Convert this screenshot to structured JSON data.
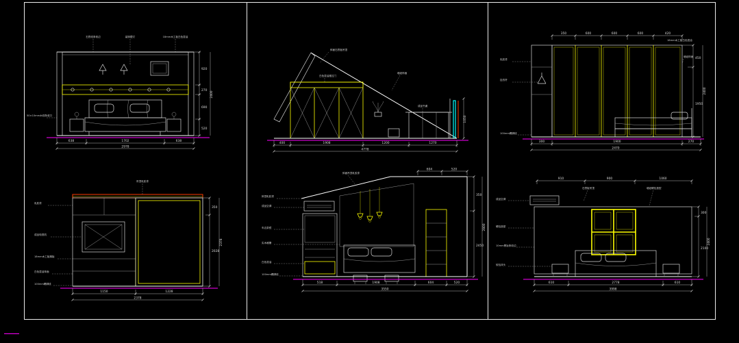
{
  "canvas": {
    "bg": "#000000",
    "frame_color": "#ededed",
    "line_color": "#d9d9d9",
    "accent_yellow": "#ffff00",
    "accent_magenta": "#ff00ff",
    "accent_cyan": "#00ffff",
    "accent_red": "#ff3c00"
  },
  "panels": {
    "p1": {
      "ann_top": [
        "石膏线条收边",
        "装饰壁灯",
        "18mm木工板白色混油"
      ],
      "ann_left": "50×10mm木线条收口",
      "dims_right": [
        "920",
        "270",
        "690",
        "520"
      ],
      "dim_right_total": "2400",
      "dims_bottom": [
        "638",
        "1702",
        "638"
      ],
      "dim_bottom_total": "2978"
    },
    "p2": {
      "ann": [
        "斜面石膏板吊顶",
        "白色混油推拉门",
        "墙纸饰面",
        "成品书桌"
      ],
      "dims_bottom": [
        "400",
        "1908",
        "1200",
        "1270"
      ],
      "dim_bottom_total": "4778",
      "dims_right": [
        "1050"
      ]
    },
    "p3": {
      "dims_top": [
        "350",
        "600",
        "600",
        "600",
        "420"
      ],
      "ann_left": [
        "乳胶漆",
        "挂衣杆",
        "100mm踢脚线"
      ],
      "ann_right": [
        "18mm木工板白色混油",
        "墙纸饰面"
      ],
      "dims_right": [
        "450",
        "1950"
      ],
      "dim_right_total": "2400",
      "dims_bottom": [
        "300",
        "1900",
        "270"
      ],
      "dim_bottom_total": "2470"
    },
    "p4": {
      "ann_top": "吊顶乳胶漆",
      "ann_left": [
        "乳胶漆",
        "成品电视机",
        "18mm木工板搁板",
        "白色混油饰面",
        "100mm踢脚线"
      ],
      "dims_right": [
        "350",
        "2028"
      ],
      "dim_right_total": "2378",
      "dims_bottom": [
        "1150",
        "1228"
      ],
      "dim_bottom_total": "2378"
    },
    "p5": {
      "ann_top": "斜面吊顶乳胶漆",
      "ann_left": [
        "斜顶乳胶漆",
        "成品空调",
        "车边茶镜",
        "实木格栅",
        "白色混油",
        "100mm踢脚线"
      ],
      "dims_top": [
        "604",
        "520"
      ],
      "dims_bottom": [
        "518",
        "1908",
        "604",
        "520"
      ],
      "dim_bottom_total": "3550",
      "dims_right": [
        "350",
        "2450"
      ],
      "dim_right_total": "2800"
    },
    "p6": {
      "ann_top": [
        "石膏板吊顶",
        "墙纸硬包造型"
      ],
      "ann_left": [
        "成品空调",
        "硬包造型",
        "10mm黑钛条收边",
        "软包床头"
      ],
      "dims_top": [
        "910",
        "900",
        "1060"
      ],
      "dims_right": [
        "300",
        "2100"
      ],
      "dim_right_total": "2400",
      "dims_bottom": [
        "610",
        "2778",
        "610"
      ],
      "dim_bottom_total": "3998"
    }
  }
}
